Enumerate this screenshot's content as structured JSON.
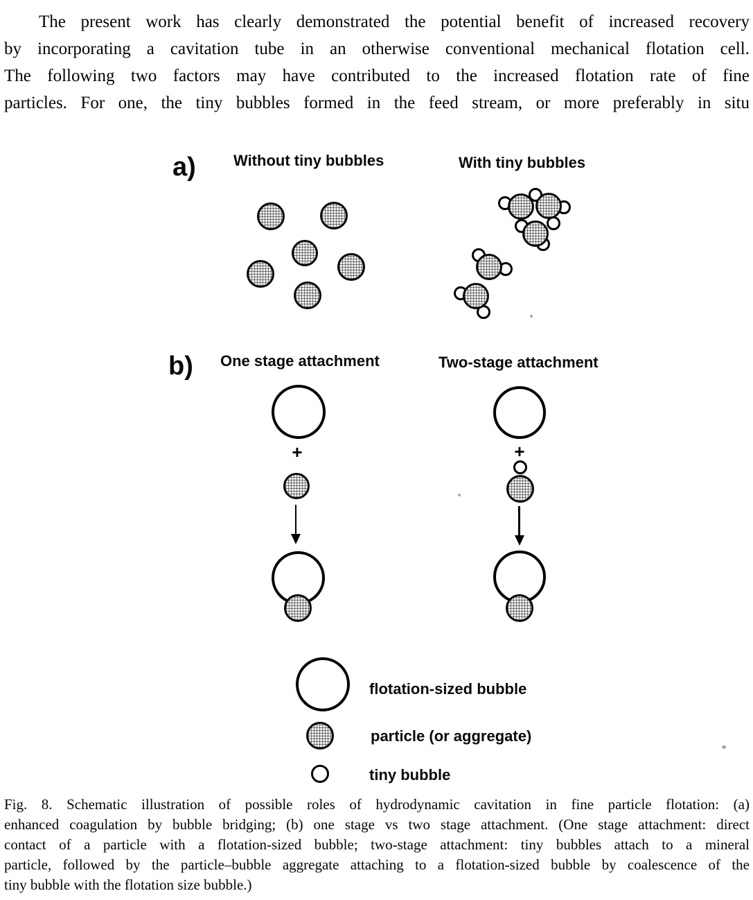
{
  "paragraph": {
    "lines": [
      "The present work has clearly demonstrated the potential benefit of increased recovery",
      "by incorporating a cavitation tube in an otherwise conventional mechanical flotation cell.",
      "The following two factors may have contributed to the increased flotation rate of fine",
      "particles. For one, the tiny bubbles formed in the feed stream, or more preferably in situ"
    ]
  },
  "figure": {
    "panel_a": {
      "label": "a)",
      "left_title": "Without tiny bubbles",
      "right_title": "With tiny bubbles"
    },
    "panel_b": {
      "label": "b)",
      "left_title": "One stage attachment",
      "right_title": "Two-stage attachment",
      "plus": "+"
    },
    "legend": {
      "items": [
        {
          "symbol": "flotation-sized-bubble",
          "label": "flotation-sized bubble"
        },
        {
          "symbol": "particle-or-aggregate",
          "label": "particle (or aggregate)"
        },
        {
          "symbol": "tiny-bubble",
          "label": "tiny bubble"
        }
      ]
    }
  },
  "caption": {
    "lines": [
      "Fig. 8. Schematic illustration of possible roles of hydrodynamic cavitation in fine particle flotation: (a)",
      "enhanced coagulation by bubble bridging; (b) one stage vs two stage attachment. (One stage attachment: direct",
      "contact of a particle with a flotation-sized bubble; two-stage attachment: tiny bubbles attach to a mineral",
      "particle, followed by the particle–bubble aggregate attaching to a flotation-sized bubble by coalescence of the",
      "tiny bubble with the flotation size bubble.)"
    ]
  }
}
